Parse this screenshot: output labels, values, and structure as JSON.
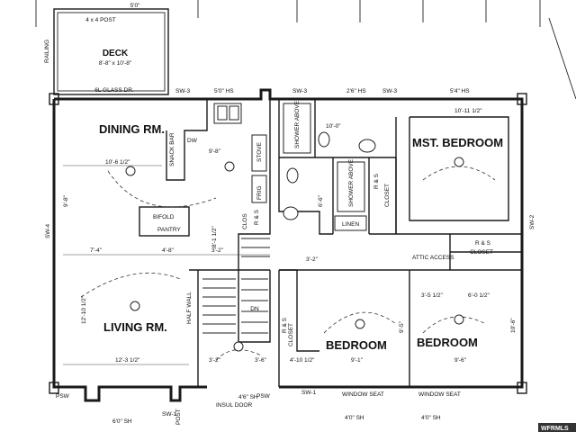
{
  "rooms": {
    "dining": "DINING RM.",
    "living": "LIVING RM.",
    "master": "MST. BEDROOM",
    "bedroom1": "BEDROOM",
    "bedroom2": "BEDROOM",
    "deck": "DECK"
  },
  "labels": {
    "post": "4 x 4 POST",
    "deck_dim": "8'-8\" x 10'-8\"",
    "railing": "RAILING",
    "gl_door": "6L GLASS DR.",
    "snack_bar": "SNACK BAR",
    "dw": "DW",
    "stove": "STOVE",
    "frig": "FRIG",
    "shower_above": "SHOWER ABOVE",
    "shower_above2": "SHOWER ABOVE",
    "linen": "LINEN",
    "closet": "CLOSET",
    "closet2": "CLOSET",
    "closet3": "CLOSET",
    "bifold": "BIFOLD",
    "pantry": "PANTRY",
    "half_wall": "HALF WALL",
    "clos": "CLOS",
    "attic_access": "ATTIC ACCESS",
    "window_seat1": "WINDOW SEAT",
    "window_seat2": "WINDOW SEAT",
    "insul_door": "INSUL DOOR",
    "post2": "POST",
    "rs": "R & S",
    "rs2": "R & S",
    "rs3": "R & S",
    "rs4": "R & S",
    "dn": "DN"
  },
  "dimensions": {
    "dining_w": "10'-6 1/2\"",
    "kitchen_w": "9'-8\"",
    "master_w": "10'-11 1/2\"",
    "living_w": "12'-3 1/2\"",
    "living_h": "12'-10 1/2\"",
    "bed1_w": "9'-1\"",
    "bed1_h": "9'-5\"",
    "bed2_w": "9'-6\"",
    "bed2_h": "10'-6\"",
    "bed2_top": "6'-0 1/2\"",
    "d1": "7'-4\"",
    "d2": "4'-8\"",
    "d3": "3'-2\"",
    "d4": "3'-2\"",
    "d5": "3'-6\"",
    "d6": "3'-5 1/2\"",
    "d7": "4'-10 1/2\"",
    "d8": "10'-0\"",
    "d9": "8'-1 1/2\"",
    "d10": "6'-6\"",
    "d11": "3'-2\"",
    "d12": "9'-8\""
  },
  "windows": {
    "w_top1": "5'0\" HS",
    "w_top2": "2'6\" HS",
    "w_top3": "5'4\" HS",
    "w_bot1": "6'0\" SH",
    "w_bot2": "4'0\" SH",
    "w_bot3": "4'0\" SH",
    "w_bot4": "4'6\" SH",
    "w_deck": "5'0\""
  },
  "walls": {
    "sw1": "SW-1",
    "sw2": "SW-2",
    "sw3": "SW-3",
    "sw4": "SW-4",
    "psw": "PSW"
  },
  "watermark": "WFRMLS"
}
